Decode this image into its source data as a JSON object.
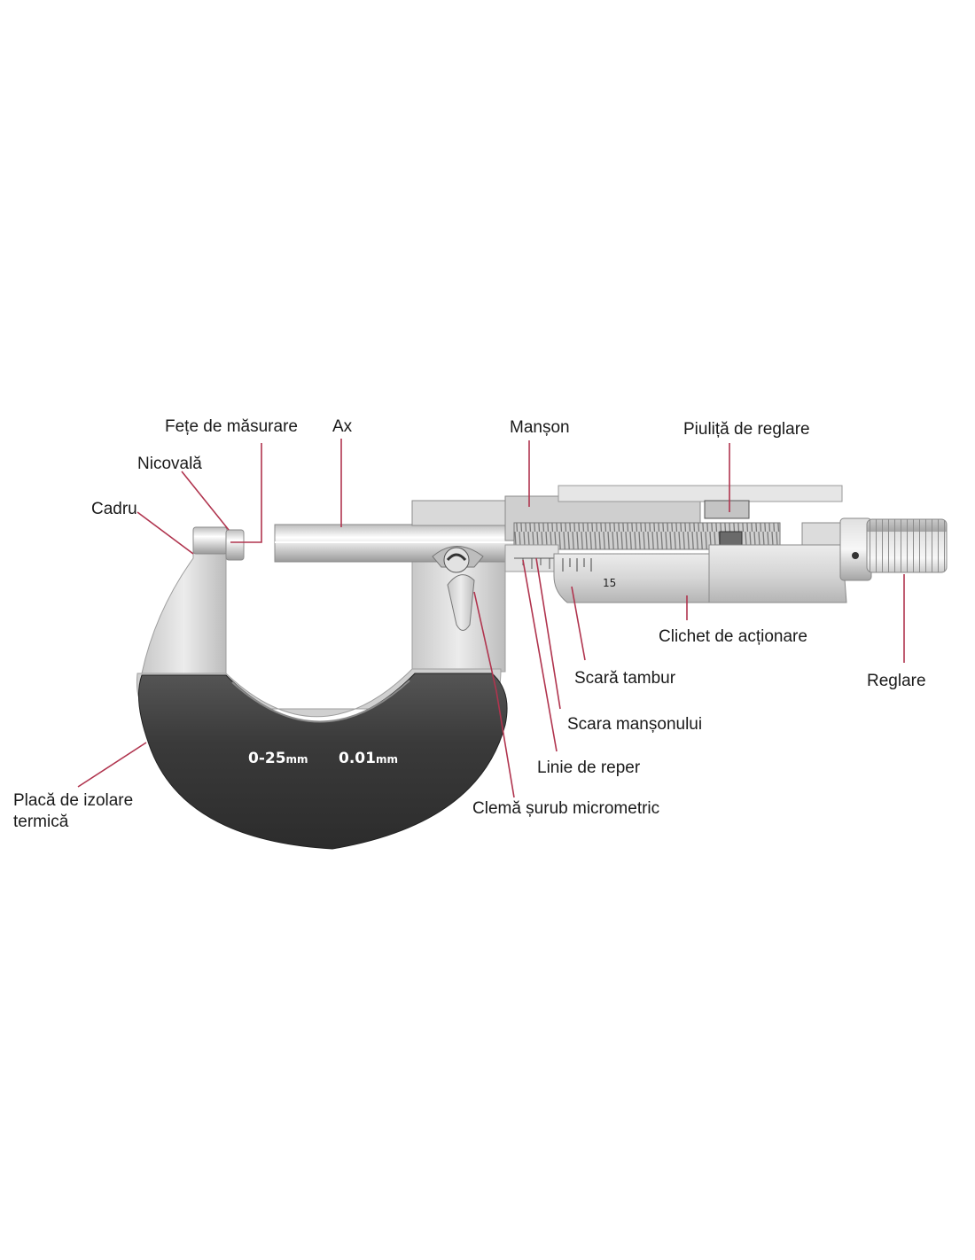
{
  "labels": {
    "fete_masurare": "Fețe de măsurare",
    "ax": "Ax",
    "manson": "Manșon",
    "piulita": "Piuliță de reglare",
    "nicovala": "Nicovală",
    "cadru": "Cadru",
    "clichet": "Clichet de acționare",
    "reglare": "Reglare",
    "scara_tambur": "Scară tambur",
    "scara_manson": "Scara manșonului",
    "linie_reper": "Linie de reper",
    "clema": "Clemă șurub micrometric",
    "placa_line1": "Placă de izolare",
    "placa_line2": "termică"
  },
  "engraving": {
    "range": "0-25",
    "range_unit": "mm",
    "resolution": "0.01",
    "resolution_unit": "mm",
    "thimble_number": "15"
  },
  "colors": {
    "leader": "#b0344e",
    "frame_plate": "#3d3d3d",
    "metal": "#d9d9d9"
  }
}
